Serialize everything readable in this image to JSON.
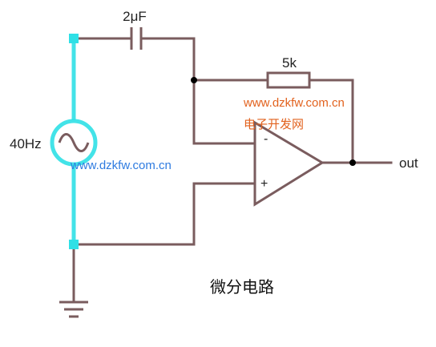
{
  "diagram": {
    "title": "微分电路",
    "components": {
      "capacitor": {
        "value": "2μF"
      },
      "resistor": {
        "value": "5k"
      },
      "source": {
        "frequency": "40Hz"
      },
      "opamp": {
        "inverting": "-",
        "noninverting": "+"
      }
    },
    "output_label": "out"
  },
  "watermarks": {
    "top_right_url": "www.dzkfw.com.cn",
    "top_right_cn": "电子开发网",
    "left_url": "www.dzkfw.com.cn"
  },
  "colors": {
    "wire": "#7a5c5e",
    "highlight": "#2fe0e6",
    "watermark_blue": "#2e7be0",
    "watermark_orange": "#e2621e"
  }
}
